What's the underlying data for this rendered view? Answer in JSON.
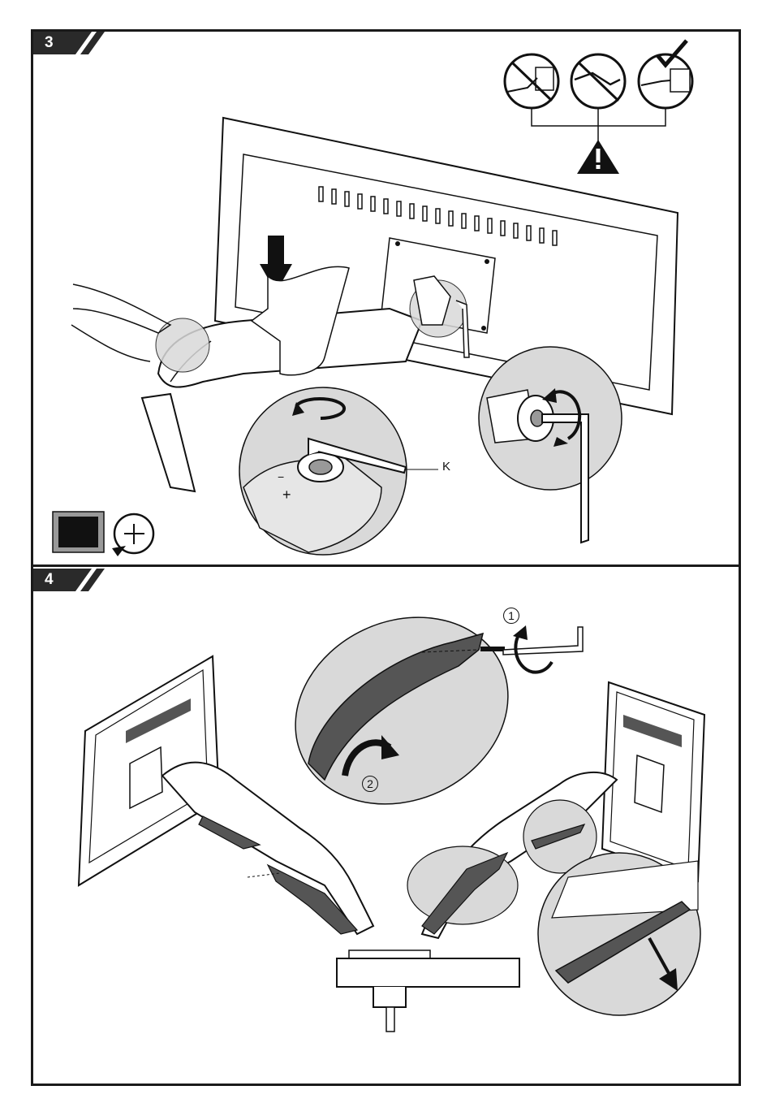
{
  "steps": [
    {
      "number": "3"
    },
    {
      "number": "4"
    }
  ],
  "step3": {
    "callout_label": "K",
    "warning_icons": [
      "no-tilted-mount-icon",
      "no-sagging-arm-icon",
      "correct-level-mount-icon"
    ],
    "warning_symbol": "warning-triangle-icon",
    "legend_icons": [
      "monitor-square-icon",
      "tighten-plus-rotate-icon"
    ]
  },
  "step4": {
    "step_markers": [
      "1",
      "2"
    ]
  },
  "colors": {
    "frame": "#1a1a1a",
    "tab": "#2a2a2a",
    "zoom_fill": "#d9d9d9",
    "cover_fill": "#555555"
  }
}
